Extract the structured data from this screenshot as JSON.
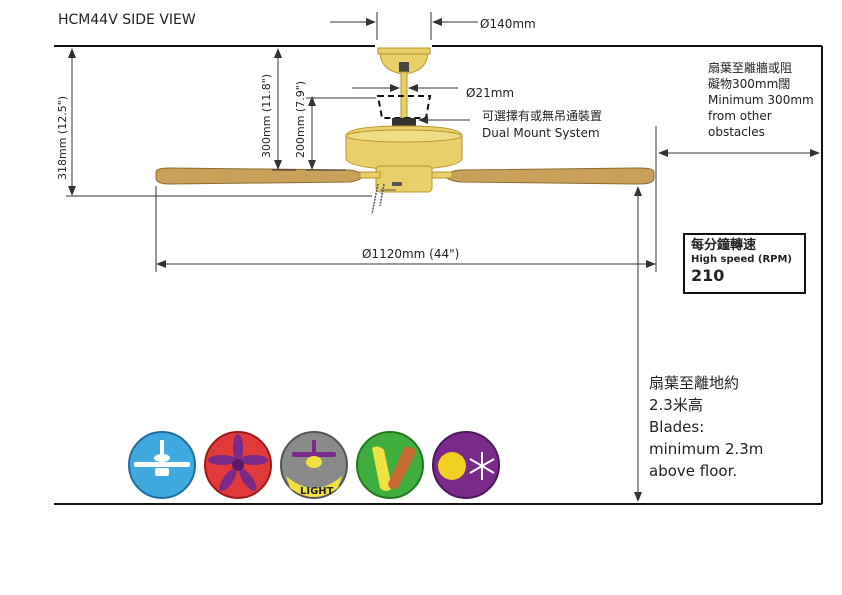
{
  "title": "HCM44V  SIDE VIEW",
  "dimensions": {
    "top_diameter": "Ø140mm",
    "rod_diameter": "Ø21mm",
    "blade_span": "Ø1120mm  (44\")",
    "height_318": "318mm (12.5\")",
    "height_300": "300mm (11.8\")",
    "height_200": "200mm (7.9\")"
  },
  "mount_note": {
    "zh": "可選擇有或無吊通裝置",
    "en": "Dual Mount System"
  },
  "clearance_note": {
    "zh_line1": "扇葉至離牆或阻",
    "zh_line2": "礙物300mm闊",
    "en_line1": "Minimum 300mm",
    "en_line2": "from other",
    "en_line3": "obstacles"
  },
  "rpm": {
    "zh": "每分鐘轉速",
    "en": "High speed (RPM)",
    "value": "210"
  },
  "floor_note": {
    "zh_line1": "扇葉至離地約",
    "zh_line2": "2.3米高",
    "en_line1": "Blades:",
    "en_line2": "minimum 2.3m",
    "en_line3": "above floor."
  },
  "feature_icons": [
    {
      "name": "ceiling-fan-icon",
      "color": "#3fa9e0"
    },
    {
      "name": "five-blade-icon",
      "color": "#e03a3a"
    },
    {
      "name": "light-kit-icon",
      "color": "#8a8a8a",
      "label": "LIGHT"
    },
    {
      "name": "reversible-blade-icon",
      "color": "#3fae3f"
    },
    {
      "name": "summer-winter-icon",
      "color": "#7a2a8a"
    }
  ],
  "colors": {
    "brass": "#e8cf6a",
    "brass_dark": "#c8a63a",
    "wood": "#c9a05a",
    "wood_dark": "#8a6a30"
  }
}
